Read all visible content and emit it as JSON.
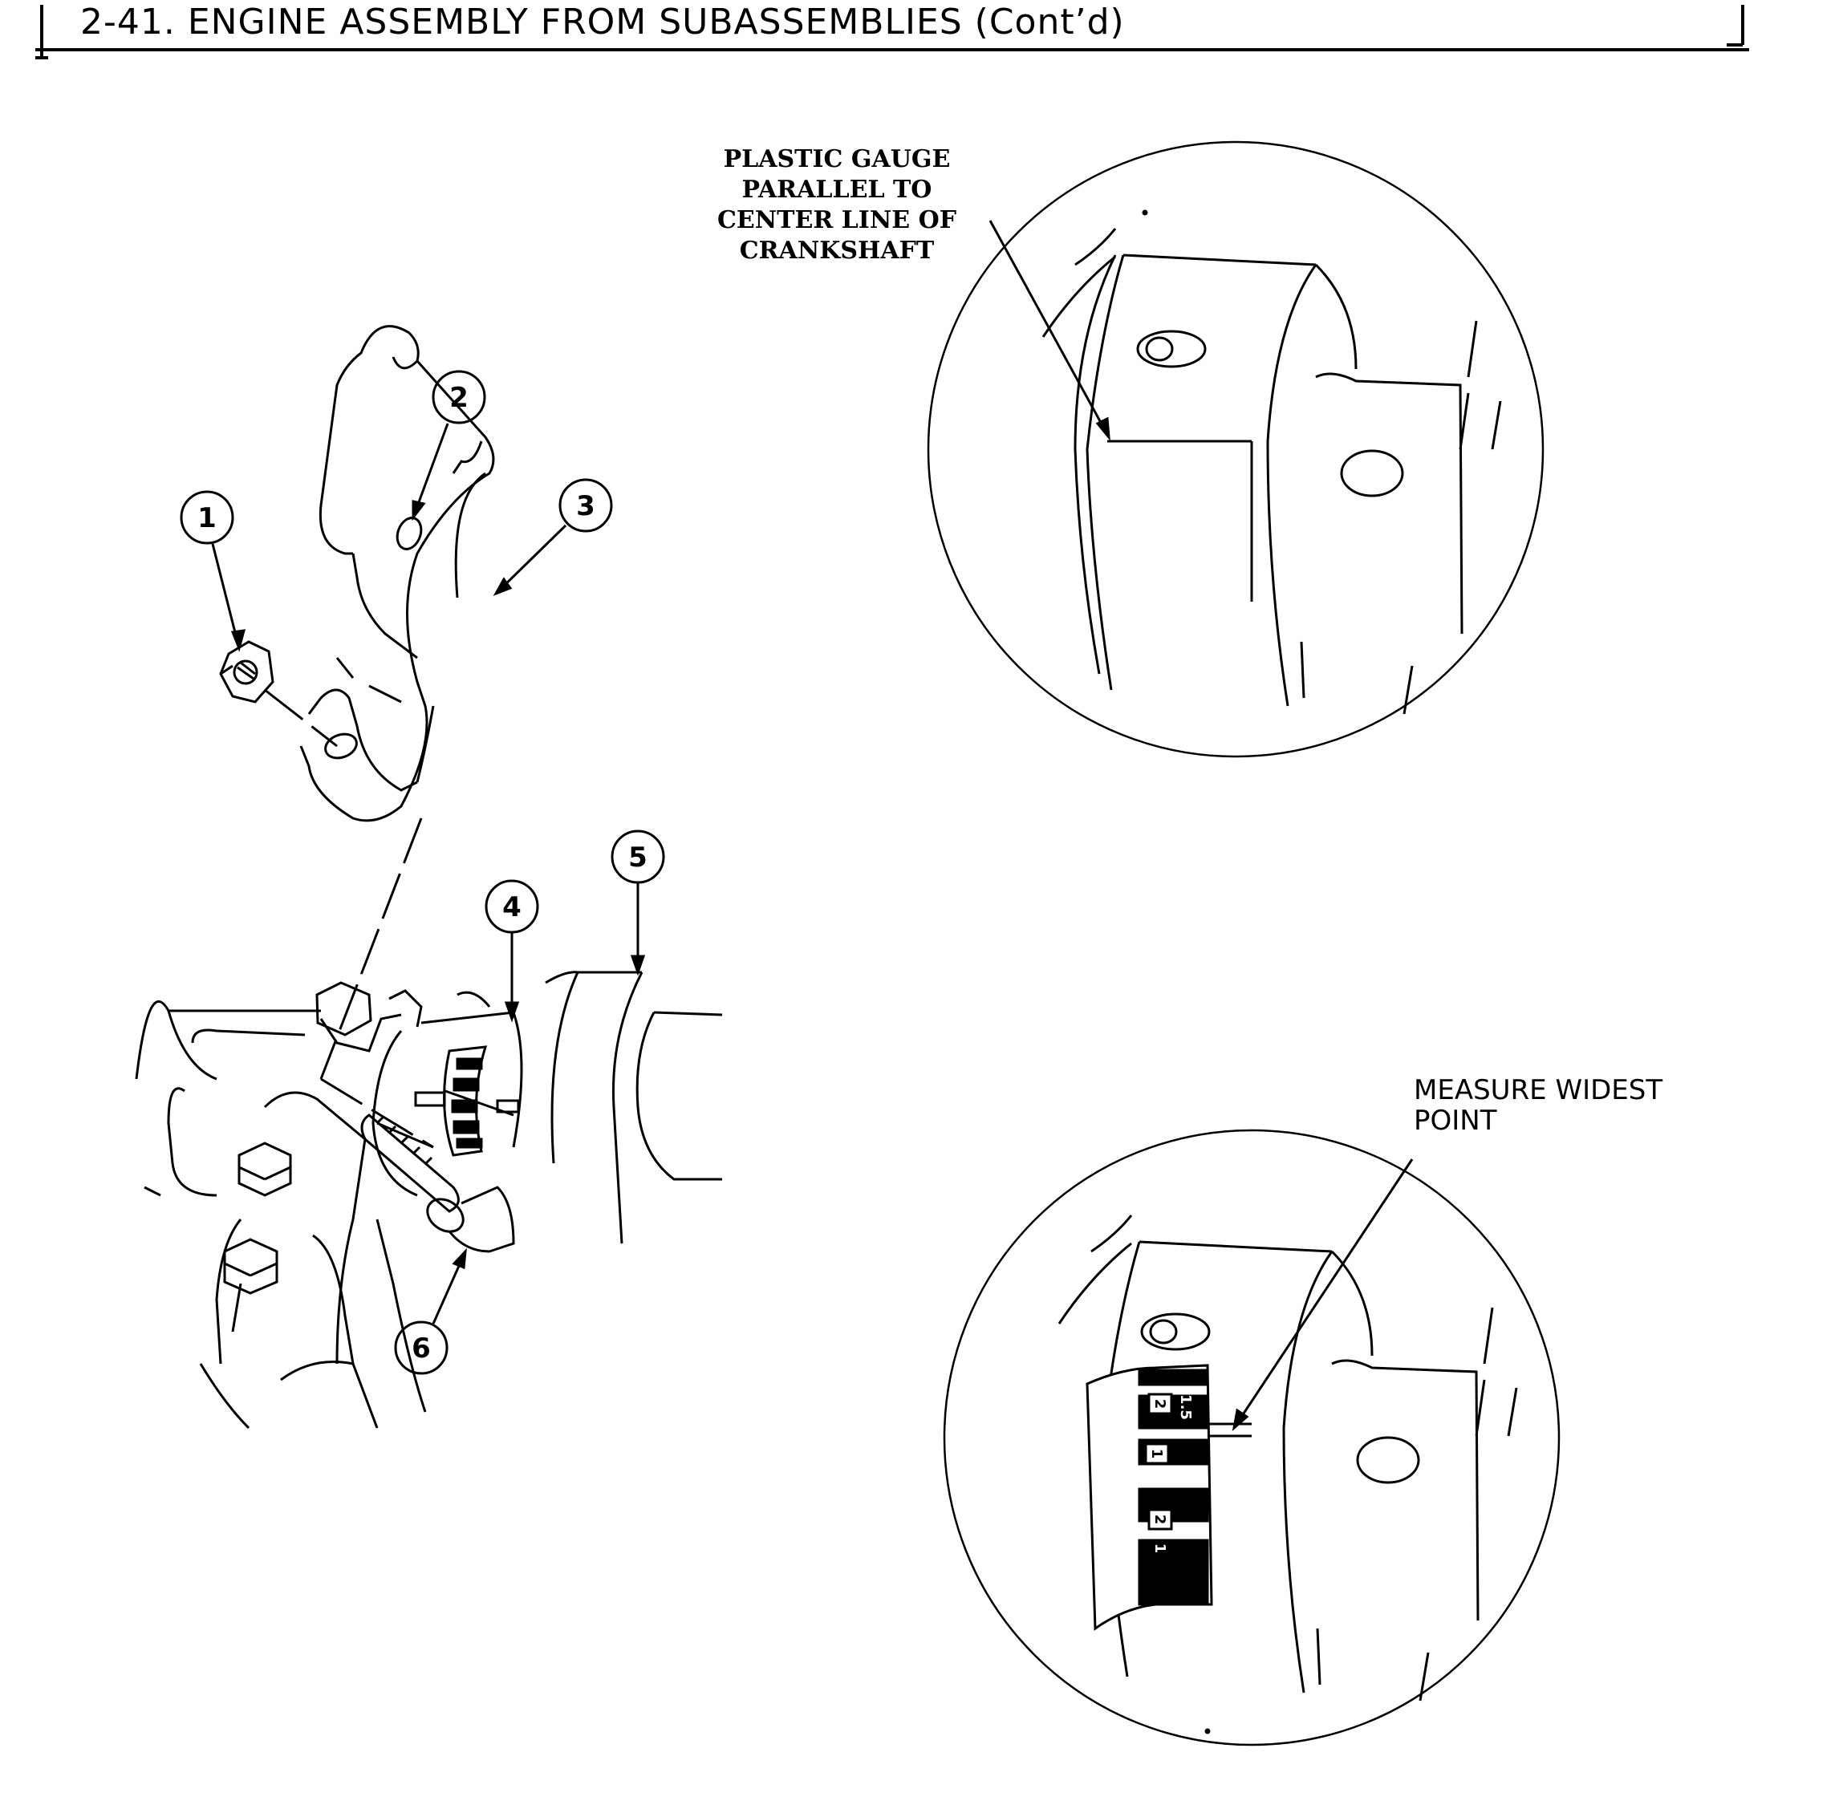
{
  "header": {
    "title": "2-41. ENGINE ASSEMBLY FROM SUBASSEMBLIES (Cont’d)"
  },
  "figure": {
    "callouts": [
      "1",
      "2",
      "3",
      "4",
      "5",
      "6"
    ],
    "detail_top": {
      "label_lines": [
        "PLASTIC GAUGE",
        "PARALLEL TO",
        "CENTER LINE OF",
        "CRANKSHAFT"
      ]
    },
    "detail_bottom": {
      "label_lines": [
        "MEASURE WIDEST",
        "POINT"
      ],
      "gauge_marks": [
        "2",
        "1.5",
        "1",
        "2",
        "1"
      ]
    }
  }
}
